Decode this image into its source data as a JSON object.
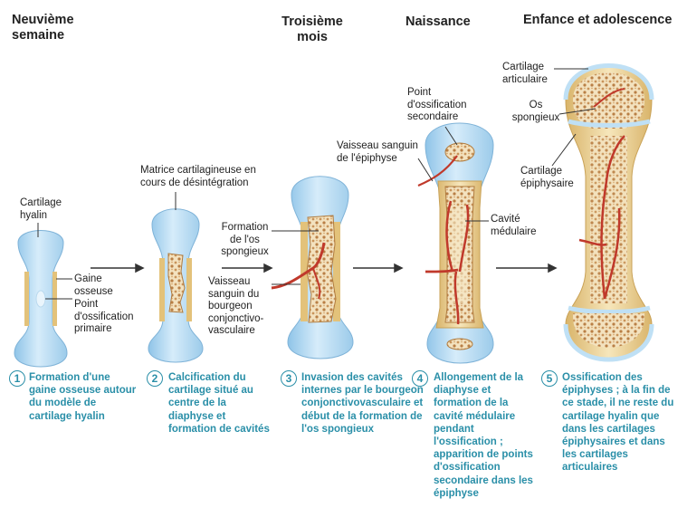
{
  "headers": {
    "stage1": "Neuvième semaine",
    "stage3": "Troisième mois",
    "stage4": "Naissance",
    "stage5": "Enfance et adolescence"
  },
  "labels": {
    "cartilage_hyalin": "Cartilage hyalin",
    "gaine_osseuse": "Gaine osseuse",
    "point_primaire": "Point d'ossification primaire",
    "matrice": "Matrice cartilagineuse en cours de désintégration",
    "formation_os_spongieux": "Formation de l'os spongieux",
    "vaisseau_bourgeon": "Vaisseau sanguin du bourgeon conjonctivo-vasculaire",
    "point_secondaire": "Point d'ossification secondaire",
    "vaisseau_epiphyse": "Vaisseau sanguin de l'épiphyse",
    "cavite_medulaire": "Cavité médulaire",
    "cartilage_articulaire": "Cartilage articulaire",
    "os_spongieux": "Os spongieux",
    "cartilage_epiphysaire": "Cartilage épiphysaire"
  },
  "captions": [
    {
      "num": "1",
      "text": "Formation d'une gaine osseuse autour du modèle de cartilage hyalin"
    },
    {
      "num": "2",
      "text": "Calcification du cartilage situé au centre de la diaphyse et formation de cavités"
    },
    {
      "num": "3",
      "text": "Invasion des cavités internes par le bourgeon conjonctivovasculaire et début de la formation de l'os spongieux"
    },
    {
      "num": "4",
      "text": "Allongement de la diaphyse et formation de la cavité médulaire pendant l'ossification ; apparition de points d'ossification secondaire dans les épiphyse"
    },
    {
      "num": "5",
      "text": "Ossification des épiphyses ; à la fin de ce stade, il ne reste du cartilage hyalin que dans les cartilages épiphysaires et dans les cartilages articulaires"
    }
  ],
  "colors": {
    "cartilage": "#bfe0f5",
    "bone": "#e8cf8f",
    "spongy": "#c89050",
    "vessel": "#c0392b",
    "caption": "#2a8fa8"
  }
}
